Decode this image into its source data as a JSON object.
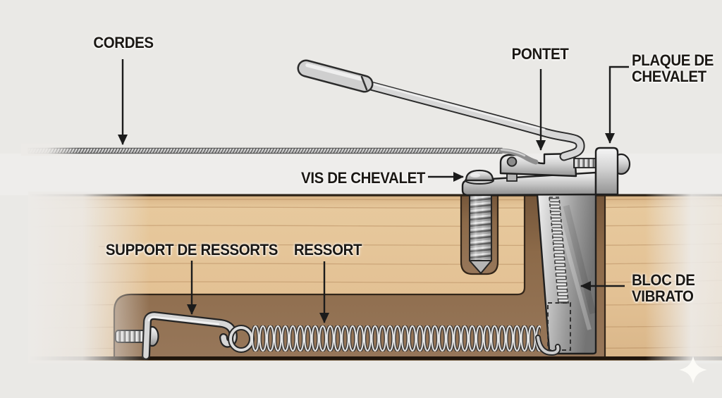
{
  "labels": {
    "cordes": "CORDES",
    "pontet": "PONTET",
    "plaque_line1": "PLAQUE DE",
    "plaque_line2": "CHEVALET",
    "vis": "VIS DE CHEVALET",
    "support": "SUPPORT DE RESSORTS",
    "ressort": "RESSORT",
    "bloc_line1": "BLOC DE",
    "bloc_line2": "VIBRATO"
  },
  "colors": {
    "background": "#eae9e6",
    "wood": "#e3c194",
    "wood_grain": "#b3885c",
    "cavity_brown": "#8a684a",
    "edge_dark": "#241c12",
    "metal_light": "#ececec",
    "metal_dark": "#8a8a8a",
    "label_text": "#1b1814",
    "arrow": "#1b1b1b"
  },
  "watermark": {
    "icon": "sparkle-icon"
  }
}
